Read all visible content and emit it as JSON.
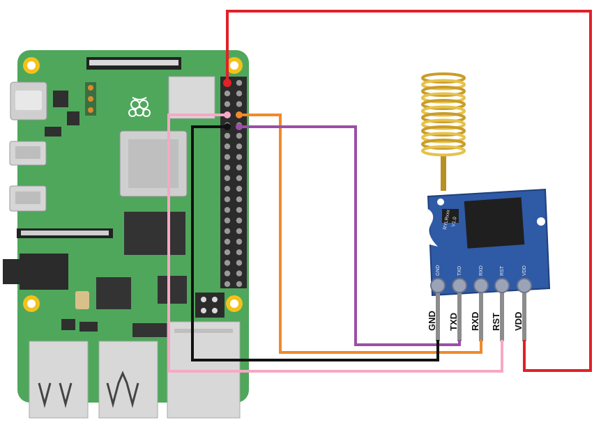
{
  "module": {
    "pins": [
      {
        "label": "GND"
      },
      {
        "label": "TXD"
      },
      {
        "label": "RXD"
      },
      {
        "label": "RST"
      },
      {
        "label": "VDD"
      }
    ],
    "silk_pins": [
      "GND",
      "TXD",
      "RXD",
      "RST",
      "VDD"
    ],
    "silk_brand": "RYLRxxx",
    "silk_version": "V1.0"
  },
  "wires": [
    {
      "name": "red-vdd-wire",
      "color": "#e02128"
    },
    {
      "name": "pink-rst-wire",
      "color": "#f6a8c4"
    },
    {
      "name": "orange-rxd-wire",
      "color": "#f08a2a"
    },
    {
      "name": "purple-txd-wire",
      "color": "#9b4fa6"
    },
    {
      "name": "black-gnd-wire",
      "color": "#111111"
    }
  ],
  "colors": {
    "board": "#4fa75c",
    "board_dark": "#3f8f4b",
    "module_pcb": "#2f5aa6",
    "antenna": "#d9b23a",
    "header_pin": "#2b2b2b"
  }
}
